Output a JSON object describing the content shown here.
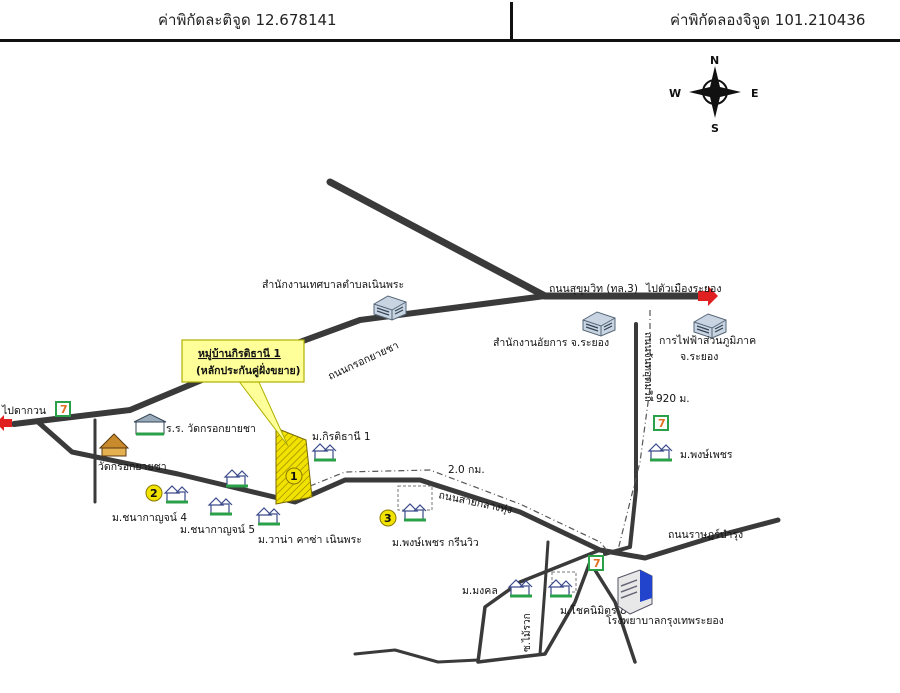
{
  "header": {
    "latitude_label": "ค่าพิกัดละติจูด 12.678141",
    "longitude_label": "ค่าพิกัดลองจิจูด 101.210436"
  },
  "compass": {
    "n": "N",
    "s": "S",
    "e": "E",
    "w": "W"
  },
  "callout": {
    "title": "หมู่บ้านกิรติธานี 1",
    "subtitle": "(หลักประกันคู่ฝั่งขยาย)"
  },
  "roads": {
    "sukhumvit": "ถนนสุขุมวิท (ทล.3)",
    "to_rayong": "ไปตัวเมืองระยอง",
    "to_klaeng": "ไปดากวน",
    "krok_yai_cha": "ถนนกรอกยายชา",
    "sai_klang_thung": "ถนนสายกลางทุ่ง",
    "rat_bamrung": "ถนนราษฎร์บำรุง",
    "chan_udom": "ถนนจันทอุดมวิถี",
    "soi_mai_ruak": "ซ.ไม้รวก"
  },
  "places": {
    "municipal_office": "สำนักงานเทศบาลตำบลเนินพระ",
    "prosecutor_office": "สำนักงานอัยการ จ.ระยอง",
    "pea_line1": "การไฟฟ้าส่วนภูมิภาค",
    "pea_line2": "จ.ระยอง",
    "school": "ร.ร. วัดกรอกยายชา",
    "temple": "วัดกรอกยายชา",
    "kirati_1": "ม.กิรติธานี 1",
    "chanakan_4": "ม.ชนากาญจน์ 4",
    "chanakan_5": "ม.ชนากาญจน์ 5",
    "warana": "ม.วาน่า คาซ่า เนินพระ",
    "pongphet_green": "ม.พงษ์เพชร กรีนวิว",
    "pongphet": "ม.พงษ์เพชร",
    "mongkol": "ม.มงคล",
    "chokniti": "ม.โชคนิมิตร 8",
    "hospital": "โรงพยาบาลกรุงเทพระยอง"
  },
  "distances": {
    "d920": "920 ม.",
    "d2km": "2.0 กม."
  },
  "markers": {
    "m1": "1",
    "m2": "2",
    "m3": "3"
  },
  "store_badge": "7",
  "colors": {
    "road": "#3a3a3a",
    "arrow": "#e02020",
    "marker": "#f2e200",
    "callout_bg": "#ffff99",
    "hospital_blue": "#2244cc"
  }
}
